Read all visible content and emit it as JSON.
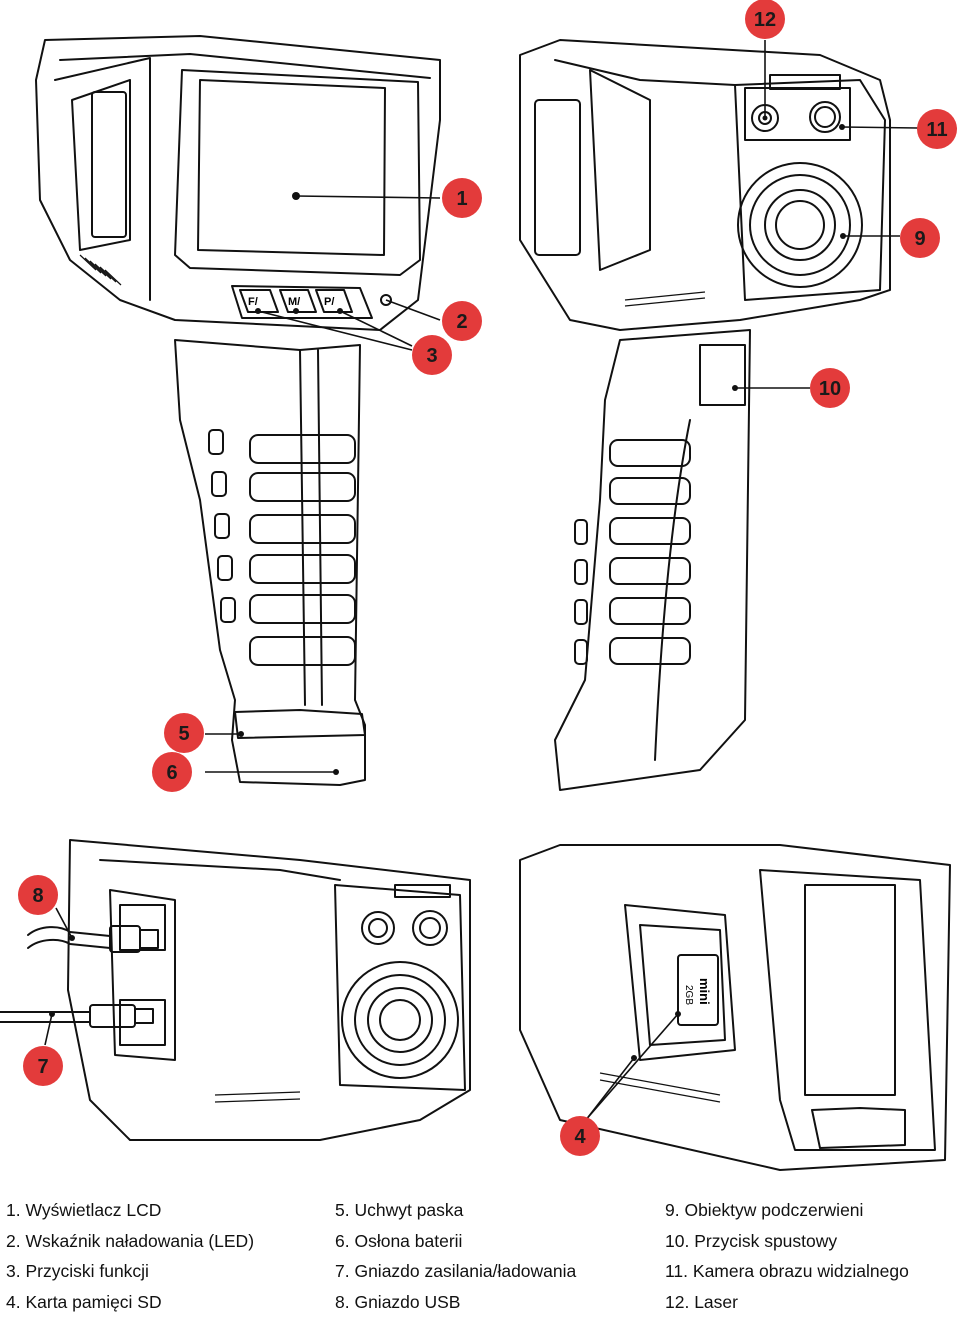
{
  "callouts": [
    {
      "num": "1"
    },
    {
      "num": "2"
    },
    {
      "num": "3"
    },
    {
      "num": "4"
    },
    {
      "num": "5"
    },
    {
      "num": "6"
    },
    {
      "num": "7"
    },
    {
      "num": "8"
    },
    {
      "num": "9"
    },
    {
      "num": "10"
    },
    {
      "num": "11"
    },
    {
      "num": "12"
    }
  ],
  "button_labels": {
    "f": "F/",
    "m": "M/",
    "p": "P/"
  },
  "sd_card_text": {
    "brand": "mini",
    "size": "2GB"
  },
  "legend": {
    "col1": [
      "1. Wyświetlacz LCD",
      "2. Wskaźnik naładowania (LED)",
      "3. Przyciski funkcji",
      "4. Karta pamięci SD"
    ],
    "col2": [
      "5. Uchwyt paska",
      "6. Osłona baterii",
      "7. Gniazdo zasilania/ładowania",
      "8. Gniazdo USB"
    ],
    "col3": [
      "9. Obiektyw podczerwieni",
      "10. Przycisk spustowy",
      "11. Kamera obrazu widzialnego",
      "12. Laser"
    ]
  },
  "colors": {
    "badge_fill": "#e33b3b",
    "line": "#111111",
    "background": "#ffffff"
  }
}
